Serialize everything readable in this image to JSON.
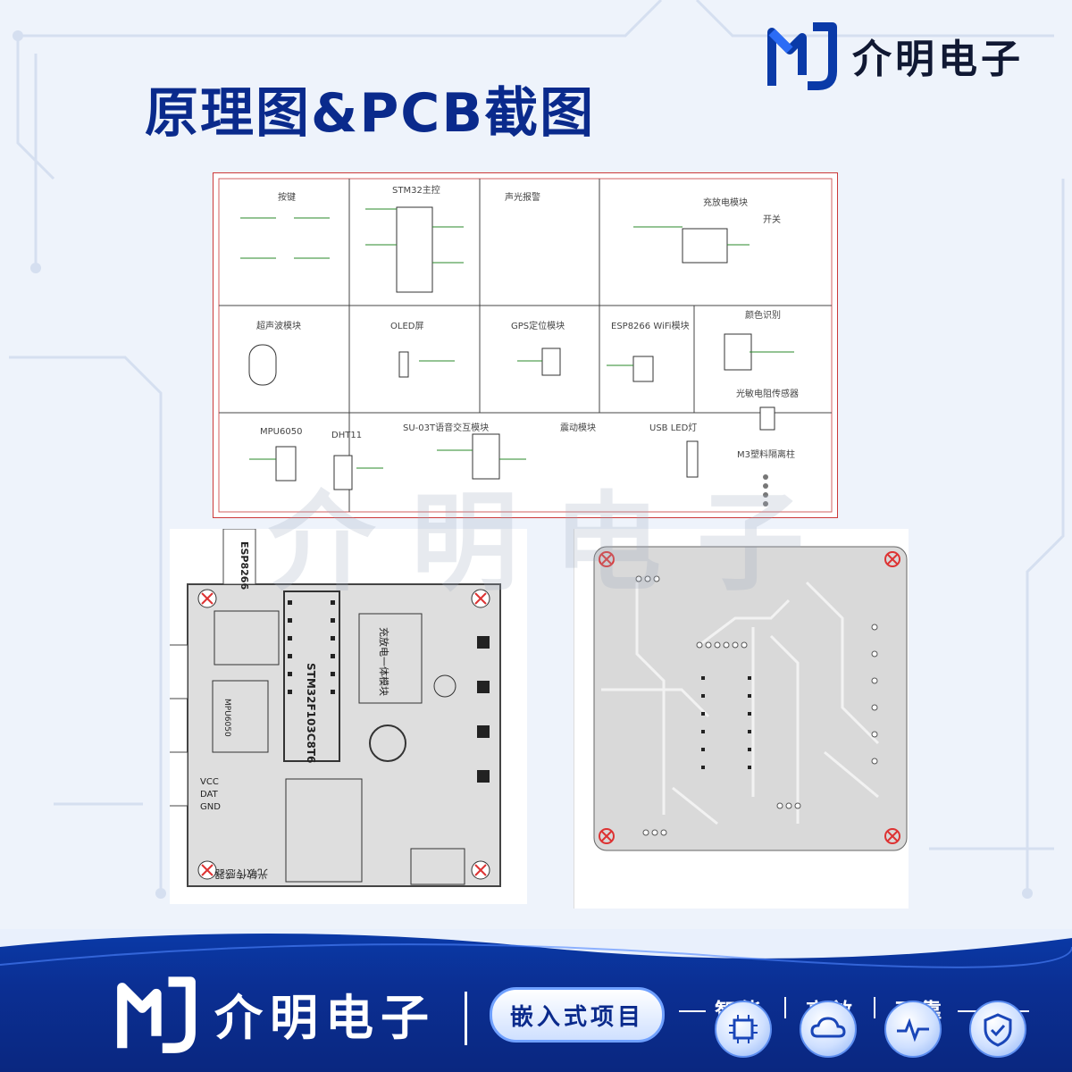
{
  "header": {
    "title": "原理图&PCB截图",
    "brand": "介明电子"
  },
  "schematic": {
    "sections": [
      "按键",
      "STM32主控",
      "声光报警",
      "充放电模块",
      "开关",
      "超声波模块",
      "OLED屏",
      "GPS定位模块",
      "ESP8266 WiFi模块",
      "颜色识别",
      "光敏电阻传感器",
      "MPU6050",
      "DHT11",
      "SU-03T语音交互模块",
      "震动模块",
      "USB LED灯",
      "M3塑料隔离柱"
    ]
  },
  "pcb_left": {
    "labels": {
      "esp": "ESP8266",
      "mcu": "STM32F103C8T6",
      "charge": "充放电一体模块",
      "mpu": "MPU6050",
      "light": "光敏传感器",
      "vcc": "VCC",
      "dat": "DAT",
      "gnd": "GND"
    }
  },
  "watermark": "介明电子",
  "footer": {
    "brand": "介明电子",
    "tag": "嵌入式项目",
    "keywords": [
      "智能",
      "高效",
      "可靠"
    ],
    "icons": [
      "chip-icon",
      "cloud-icon",
      "pulse-icon",
      "shield-icon"
    ]
  },
  "colors": {
    "title": "#0a2a8c",
    "footer_bg": "#0b2f93",
    "schematic_border": "#cc3a3a"
  }
}
